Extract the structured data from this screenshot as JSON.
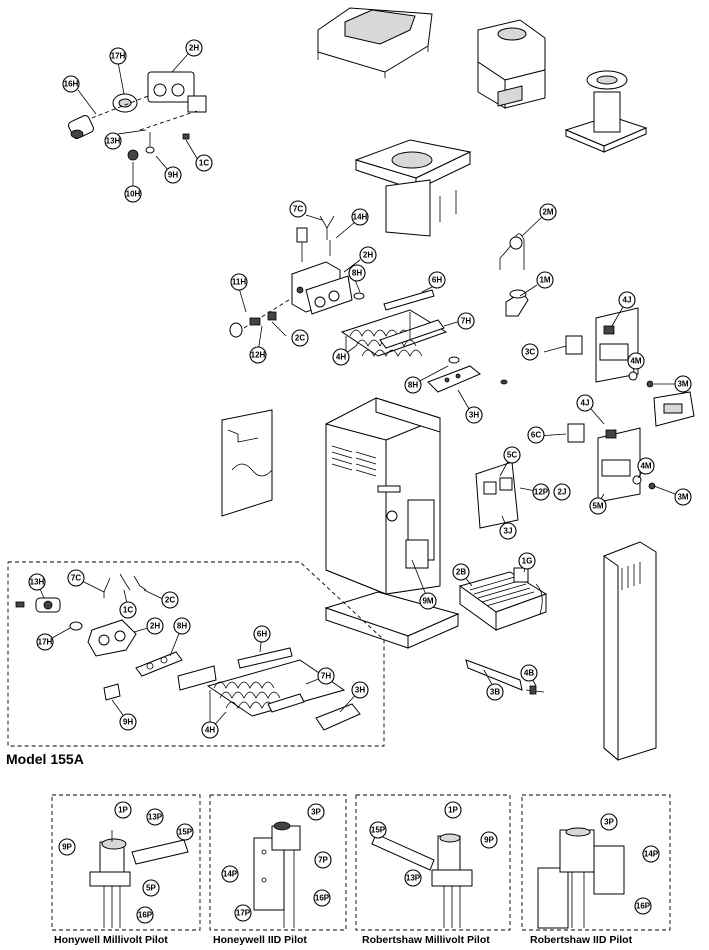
{
  "model_label": "Model 155A",
  "pilot_captions": [
    "Honywell Millivolt Pilot",
    "Honeywell IID Pilot",
    "Robertshaw Millivolt Pilot",
    "Robertshaw IID Pilot"
  ],
  "callouts": {
    "c_16H_top": "16H",
    "c_17H_top": "17H",
    "c_2H_top": "2H",
    "c_13H_top": "13H",
    "c_1C_top": "1C",
    "c_9H_top": "9H",
    "c_10H": "10H",
    "c_7C_mid": "7C",
    "c_14H": "14H",
    "c_2M": "2M",
    "c_2H_mid": "2H",
    "c_11H": "11H",
    "c_8H_mid1": "8H",
    "c_6H_mid": "6H",
    "c_1M": "1M",
    "c_4J_1": "4J",
    "c_2C_mid": "2C",
    "c_7H_mid": "7H",
    "c_3C": "3C",
    "c_4M_1": "4M",
    "c_12H": "12H",
    "c_4H_mid": "4H",
    "c_8H_mid2": "8H",
    "c_3M_1": "3M",
    "c_3H_mid": "3H",
    "c_4J_2": "4J",
    "c_6C": "6C",
    "c_5C": "5C",
    "c_4M_2": "4M",
    "c_12P": "12P",
    "c_2J": "2J",
    "c_5M": "5M",
    "c_3M_2": "3M",
    "c_3J": "3J",
    "c_13H_low": "13H",
    "c_7C_low": "7C",
    "c_1C_low": "1C",
    "c_2C_low": "2C",
    "c_17H_low": "17H",
    "c_2H_low": "2H",
    "c_8H_low": "8H",
    "c_9M": "9M",
    "c_2B": "2B",
    "c_1G": "1G",
    "c_6H_low": "6H",
    "c_9H_low": "9H",
    "c_7H_low": "7H",
    "c_3H_low": "3H",
    "c_4H_low": "4H",
    "c_3B": "3B",
    "c_4B": "4B",
    "p1_1P": "1P",
    "p1_13P": "13P",
    "p1_15P": "15P",
    "p1_9P": "9P",
    "p1_5P": "5P",
    "p1_16P": "16P",
    "p2_3P": "3P",
    "p2_7P": "7P",
    "p2_14P": "14P",
    "p2_16P": "16P",
    "p2_17P": "17P",
    "p3_1P": "1P",
    "p3_15P": "15P",
    "p3_9P": "9P",
    "p3_13P": "13P",
    "p4_3P": "3P",
    "p4_14P": "14P",
    "p4_16P": "16P"
  }
}
